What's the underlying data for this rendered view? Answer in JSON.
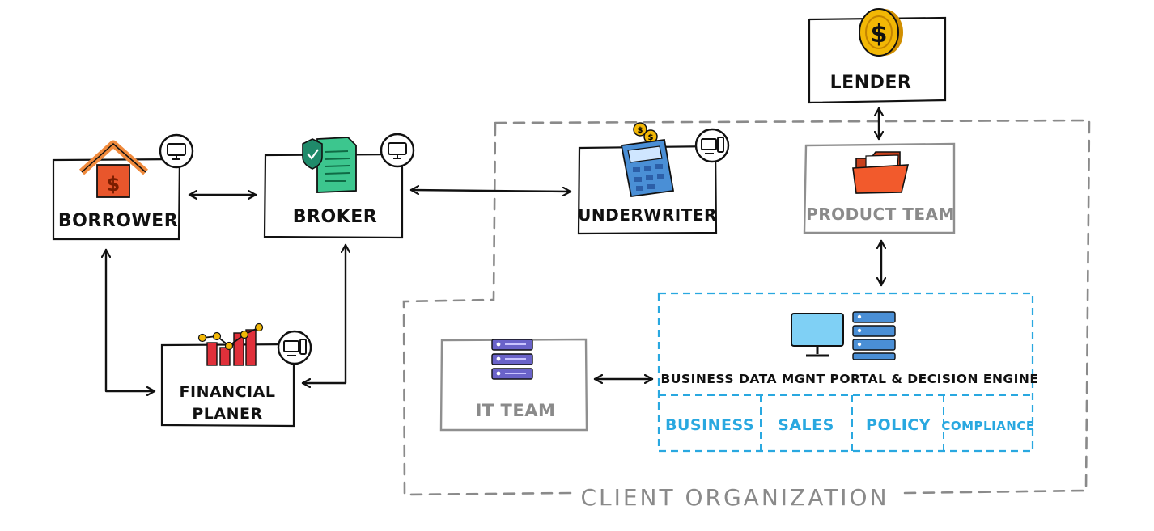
{
  "nodes": {
    "borrower": "BORROWER",
    "broker": "BROKER",
    "underwriter": "UNDERWRITER",
    "lender": "LENDER",
    "product_team": "PRODUCT TEAM",
    "financial_planer_line1": "FINANCIAL",
    "financial_planer_line2": "PLANER",
    "it_team": "IT TEAM",
    "portal": "BUSINESS DATA MGNT PORTAL & DECISION ENGINE"
  },
  "portal_modules": [
    "BUSINESS",
    "SALES",
    "POLICY",
    "COMPLIANCE"
  ],
  "group_label": "CLIENT ORGANIZATION",
  "icons": {
    "lender": "dollar-coin-icon",
    "borrower": "house-dollar-icon",
    "broker": "document-shield-icon",
    "underwriter": "calculator-coins-icon",
    "product_team": "folder-icon",
    "financial_planer": "bar-chart-icon",
    "it_team": "server-icon",
    "portal": "monitor-server-icon",
    "device_badge": "computer-icon"
  },
  "colors": {
    "ink": "#111111",
    "grey": "#8a8a8a",
    "blue": "#29a8e0",
    "orange": "#e8562c",
    "green": "#3cc68e",
    "yellow": "#f2b705",
    "red": "#e0303a",
    "purple": "#6a63c9",
    "steel_blue": "#4a8fd6"
  }
}
